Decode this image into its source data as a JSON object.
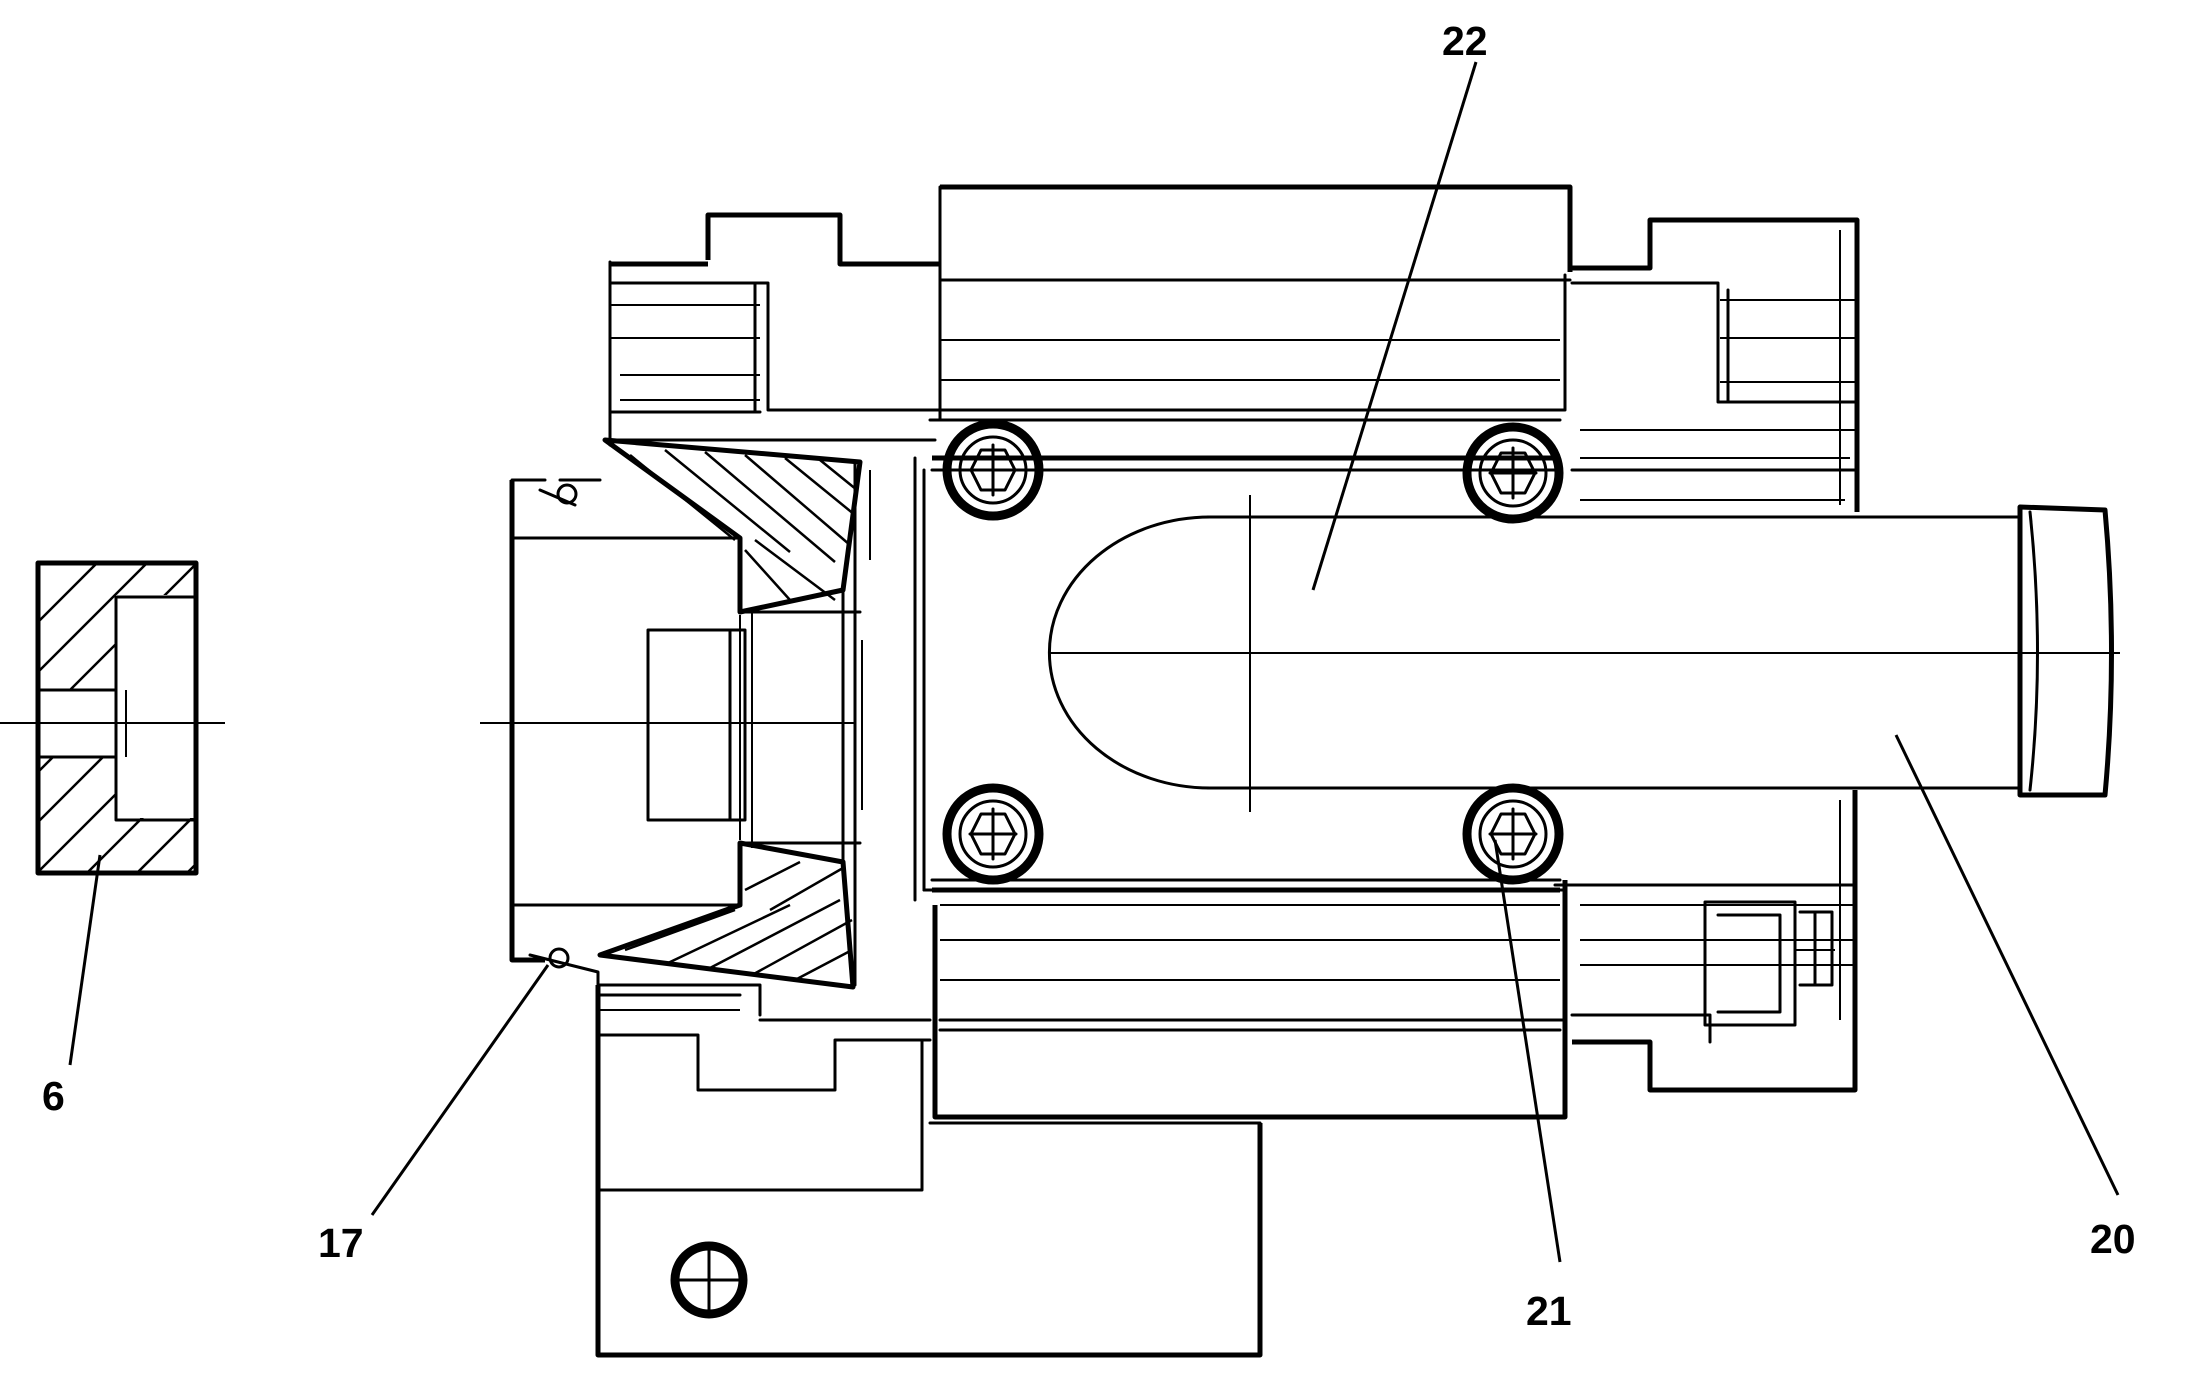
{
  "figure": {
    "type": "mechanical-cross-section",
    "callouts": [
      {
        "id": "label-6",
        "text": "6"
      },
      {
        "id": "label-17",
        "text": "17"
      },
      {
        "id": "label-20",
        "text": "20"
      },
      {
        "id": "label-21",
        "text": "21"
      },
      {
        "id": "label-22",
        "text": "22"
      }
    ]
  }
}
